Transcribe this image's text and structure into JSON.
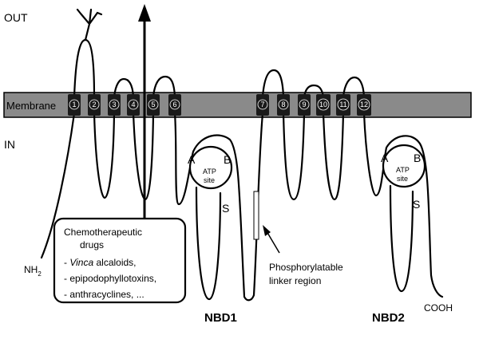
{
  "labels": {
    "out": "OUT",
    "in": "IN",
    "membrane": "Membrane",
    "n_terminus": "NH",
    "n_terminus_sub": "2",
    "c_terminus": "COOH",
    "nbd1": "NBD1",
    "nbd2": "NBD2",
    "linker_line1": "Phosphorylatable",
    "linker_line2": "linker region"
  },
  "segments": [
    "1",
    "2",
    "3",
    "4",
    "5",
    "6",
    "7",
    "8",
    "9",
    "10",
    "11",
    "12"
  ],
  "nbd_domain": {
    "a": "A",
    "b": "B",
    "s": "S",
    "atp_line1": "ATP",
    "atp_line2": "site"
  },
  "drug_box": {
    "title_line1": "Chemotherapeutic",
    "title_line2": "drugs",
    "item1_prefix": "- ",
    "item1_italic": "Vinca",
    "item1_rest": " alcaloids,",
    "item2": "- epipodophyllotoxins,",
    "item3": "- anthracyclines, ..."
  },
  "colors": {
    "membrane_fill": "#8a8a8a",
    "segment_fill": "#1a1a1a",
    "stroke": "#000000",
    "background": "#ffffff"
  }
}
